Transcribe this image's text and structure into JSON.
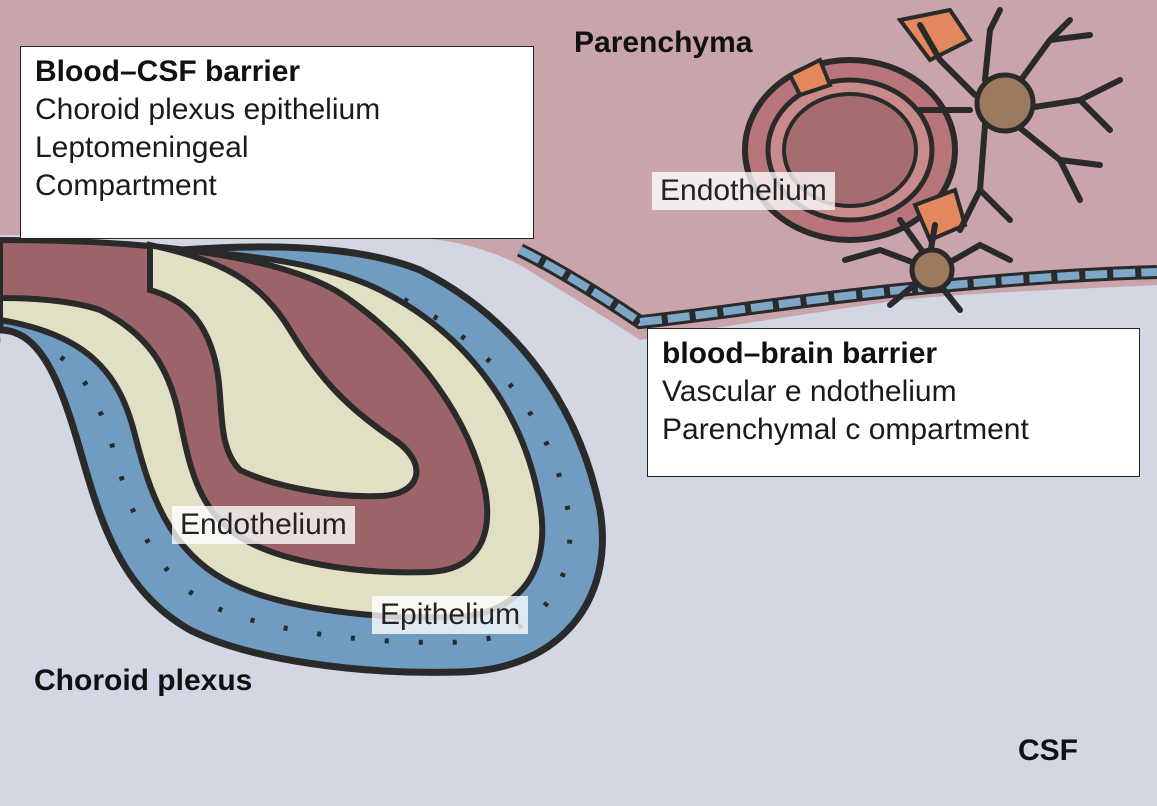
{
  "colors": {
    "csf_background": "#d3d6e3",
    "parenchyma": "#c9a4ab",
    "epithelium_cells": "#6f9cc0",
    "stroma": "#e2e0c4",
    "vessel_wall": "#9c6468",
    "astrocyte_body": "#9c7a5f",
    "pericyte": "#e3885c",
    "outline": "#2a2a2a"
  },
  "regions": {
    "parenchyma": "Parenchyma",
    "choroid_plexus": "Choroid plexus",
    "csf": "CSF"
  },
  "structure_labels": {
    "endothelium_parenchyma": "Endothelium",
    "endothelium_choroid": "Endothelium",
    "epithelium": "Epithelium"
  },
  "blood_csf_barrier": {
    "title": "Blood–CSF barrier",
    "lines": [
      "Choroid plexus epithelium",
      "Leptomeningeal",
      "Compartment"
    ]
  },
  "blood_brain_barrier": {
    "title": "blood–brain barrier",
    "lines": [
      "Vascular e ndothelium",
      "Parenchymal c ompartment"
    ]
  }
}
